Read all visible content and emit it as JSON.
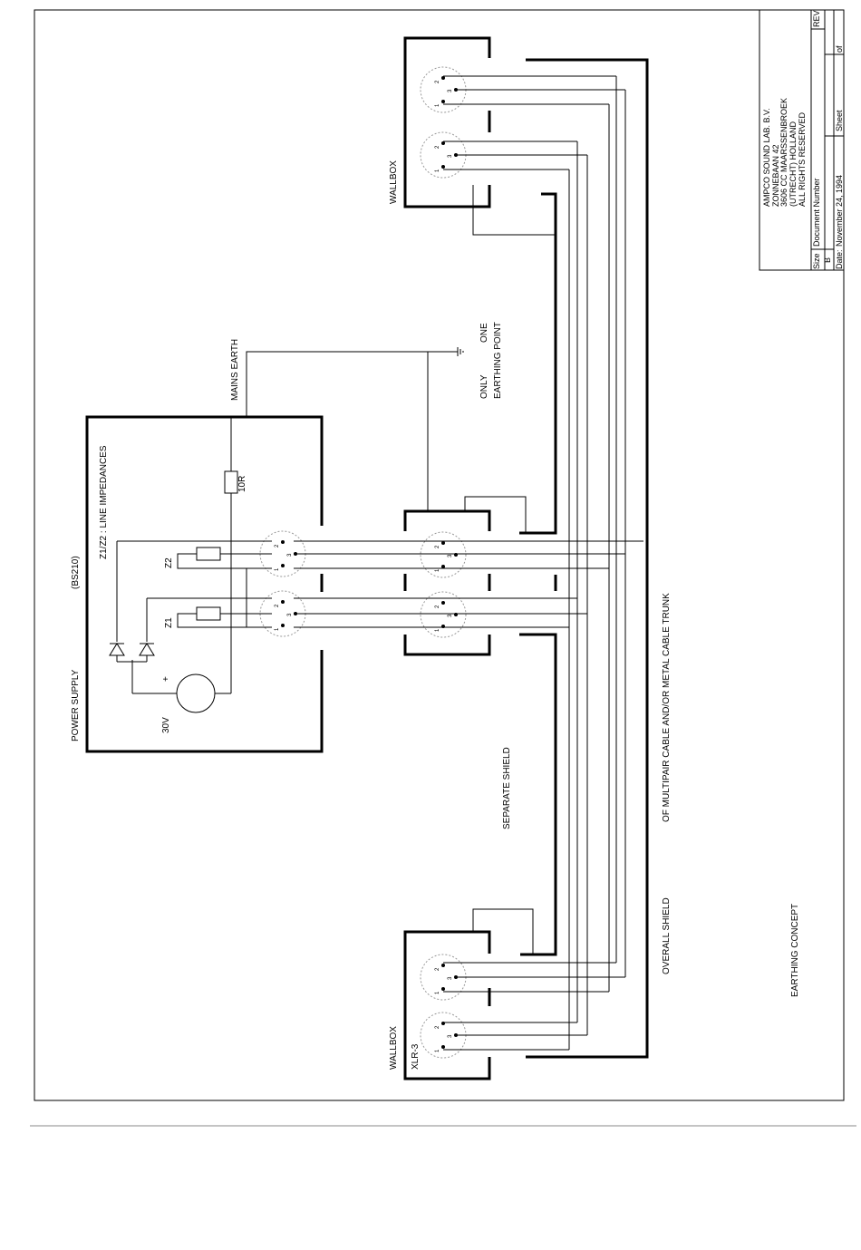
{
  "title_block": {
    "company": "AMPCO SOUND LAB. B.V.",
    "street": "ZONNEBAAN 42",
    "city": "3606 CC MAARSSENBROEK",
    "region": "(UTRECHT) HOLLAND",
    "rights": "ALL RIGHTS RESERVED",
    "size_label": "Size",
    "size_value": "B",
    "docnum_label": "Document Number",
    "rev_label": "REV",
    "date_label": "Date:",
    "date_value": "November 24, 1994",
    "sheet_label": "Sheet",
    "of_label": "of"
  },
  "labels": {
    "wallbox_top": "WALLBOX",
    "wallbox_bottom": "WALLBOX",
    "xlr": "XLR-3",
    "mains_earth": "MAINS EARTH",
    "only": "ONLY",
    "one": "ONE",
    "earthing_point": "EARTHING POINT",
    "line_impedances": "Z1/Z2 : LINE IMPEDANCES",
    "bs210": "(BS210)",
    "power_supply": "POWER SUPPLY",
    "voltage": "30V",
    "plus": "+",
    "resistor": "10R",
    "z1": "Z1",
    "z2": "Z2",
    "separate_shield": "SEPARATE SHIELD",
    "overall_shield": "OVERALL SHIELD",
    "multipair": "OF MULTIPAIR CABLE AND/OR METAL CABLE TRUNK",
    "concept": "EARTHING CONCEPT"
  },
  "pins": {
    "p1": "1",
    "p2": "2",
    "p3": "3"
  }
}
